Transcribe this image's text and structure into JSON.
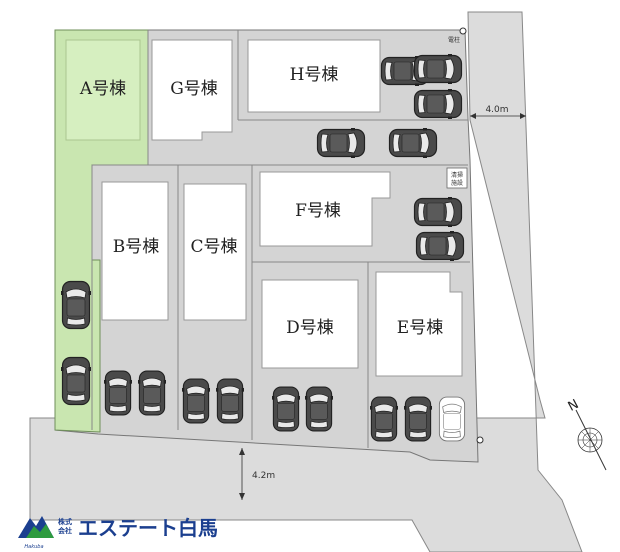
{
  "buildings": {
    "A": "A号棟",
    "B": "B号棟",
    "C": "C号棟",
    "D": "D号棟",
    "E": "E号棟",
    "F": "F号棟",
    "G": "G号棟",
    "H": "H号棟"
  },
  "road_width_east": "4.0m",
  "road_width_south": "4.2m",
  "pole_label": "電柱",
  "collection_label_line1": "清掃",
  "collection_label_line2": "施設",
  "compass_label": "N",
  "logo": {
    "prefix_top": "株式",
    "prefix_bottom": "会社",
    "company": "エステート白馬",
    "sub": "Hakuba"
  },
  "colors": {
    "lot_gray": "#d9d9d9",
    "road_gray": "#dcdcdc",
    "green_lot": "#c9e6b0",
    "building_white": "#ffffff",
    "logo_blue": "#1b3f8f",
    "logo_green": "#2e9b3f"
  }
}
